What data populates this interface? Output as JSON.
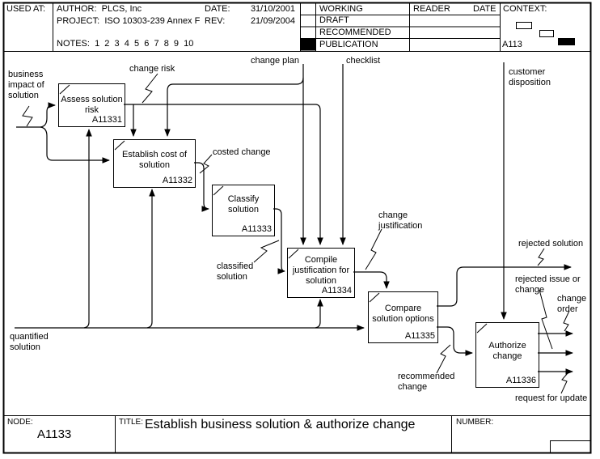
{
  "colors": {
    "line": "#000000",
    "background": "#ffffff"
  },
  "header": {
    "used_at_label": "USED AT:",
    "author_label": "AUTHOR:",
    "author_value": "PLCS, Inc",
    "project_label": "PROJECT:",
    "project_value": "ISO 10303-239 Annex F",
    "notes_label": "NOTES:",
    "notes_value": "1  2  3  4  5  6  7  8  9  10",
    "date_label": "DATE:",
    "date_value": "31/10/2001",
    "rev_label": "REV:",
    "rev_value": "21/09/2004",
    "status_rows": [
      "WORKING",
      "DRAFT",
      "RECOMMENDED",
      "PUBLICATION"
    ],
    "reader_label": "READER",
    "reader_date_label": "DATE",
    "context_label": "CONTEXT:",
    "context_node": "A113"
  },
  "diagram": {
    "boxes": [
      {
        "label": "Assess solution risk",
        "id": "A11331"
      },
      {
        "label": "Establish cost of solution",
        "id": "A11332"
      },
      {
        "label": "Classify solution",
        "id": "A11333"
      },
      {
        "label": "Compile justification for solution",
        "id": "A11334"
      },
      {
        "label": "Compare solution options",
        "id": "A11335"
      },
      {
        "label": "Authorize change",
        "id": "A11336"
      }
    ],
    "labels": {
      "business_impact": "business impact of solution",
      "change_risk": "change risk",
      "change_plan": "change plan",
      "checklist": "checklist",
      "customer_disposition": "customer disposition",
      "costed_change": "costed change",
      "classified_solution": "classified solution",
      "change_justification": "change justification",
      "rejected_solution": "rejected solution",
      "rejected_issue_or_change": "rejected issue or change",
      "change_order": "change order",
      "recommended_change": "recommended change",
      "request_for_update": "request for update",
      "quantified_solution": "quantified solution"
    }
  },
  "footer": {
    "node_label": "NODE:",
    "node_value": "A1133",
    "title_label": "TITLE:",
    "title_value": "Establish business solution & authorize change",
    "number_label": "NUMBER:"
  }
}
